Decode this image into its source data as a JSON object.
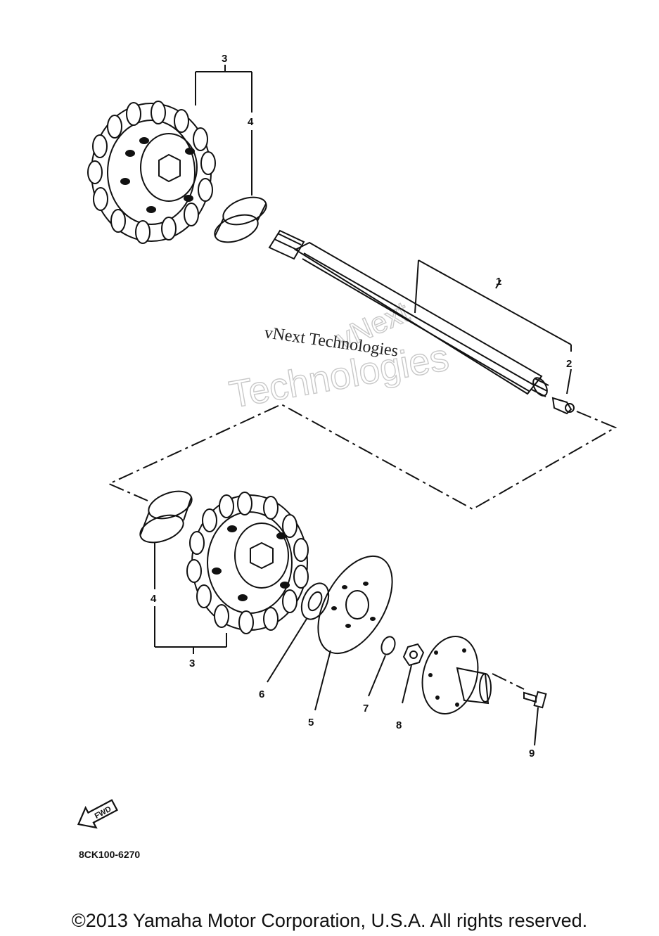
{
  "callouts": {
    "c1": "1",
    "c2": "2",
    "c3_top": "3",
    "c4_top": "4",
    "c4_bottom": "4",
    "c3_bottom": "3",
    "c5": "5",
    "c6": "6",
    "c7": "7",
    "c8": "8",
    "c9": "9"
  },
  "fwd_label": "FWD",
  "diagram_code": "8CK100-6270",
  "watermark": {
    "line_small": "vNext Technologies",
    "line_big_1": "vNext",
    "line_big_2": "Technologies"
  },
  "copyright": "©2013 Yamaha Motor Corporation, U.S.A. All rights reserved."
}
